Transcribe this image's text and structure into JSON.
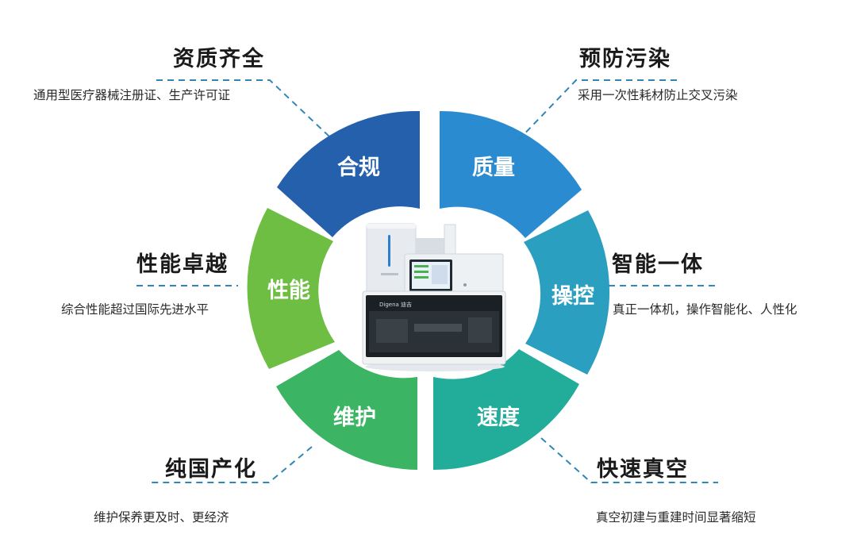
{
  "colors": {
    "compliance": "#2460ac",
    "quality": "#2a8bd0",
    "operation": "#2b9fbf",
    "speed": "#22ac9a",
    "maintenance": "#3bb464",
    "performance": "#6dbe43",
    "dash": "#2f86b8"
  },
  "segments": {
    "compliance": "合规",
    "quality": "质量",
    "operation": "操控",
    "speed": "速度",
    "maintenance": "维护",
    "performance": "性能"
  },
  "features": {
    "compliance": {
      "title": "资质齐全",
      "desc": "通用型医疗器械注册证、生产许可证"
    },
    "quality": {
      "title": "预防污染",
      "desc": "采用一次性耗材防止交叉污染"
    },
    "operation": {
      "title": "智能一体",
      "desc": "真正一体机，操作智能化、人性化"
    },
    "speed": {
      "title": "快速真空",
      "desc": "真空初建与重建时间显著缩短"
    },
    "maintenance": {
      "title": "纯国产化",
      "desc": "维护保养更及时、更经济"
    },
    "performance": {
      "title": "性能卓越",
      "desc": "综合性能超过国际先进水平"
    }
  },
  "device": {
    "brand": "Digena 迪吉"
  }
}
